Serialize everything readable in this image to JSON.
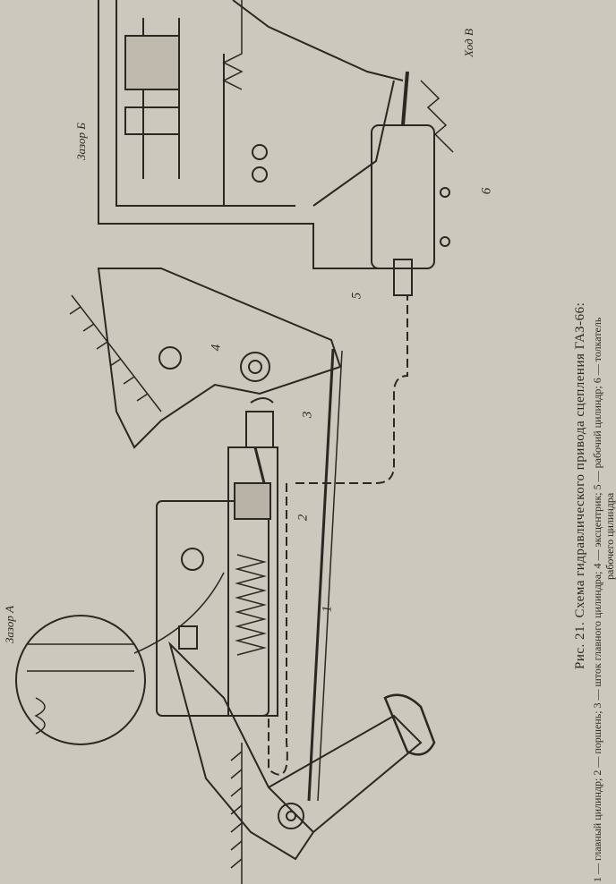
{
  "figure": {
    "caption_title": "Рис. 21. Схема гидравлического привода сцепления ГАЗ-66:",
    "legend_line1": "1 — главный цилиндр;  2 — поршень;  3 — шток главного цилиндра;  4 — эксцентрик;  5 — рабочий цилиндр;  6 — толкатель",
    "legend_line2": "рабочего цилиндра"
  },
  "labels": {
    "gap_a": "Зазор А",
    "gap_b": "Зазор Б",
    "stroke_v": "Ход В"
  },
  "callouts": [
    "1",
    "2",
    "3",
    "4",
    "5",
    "6"
  ]
}
